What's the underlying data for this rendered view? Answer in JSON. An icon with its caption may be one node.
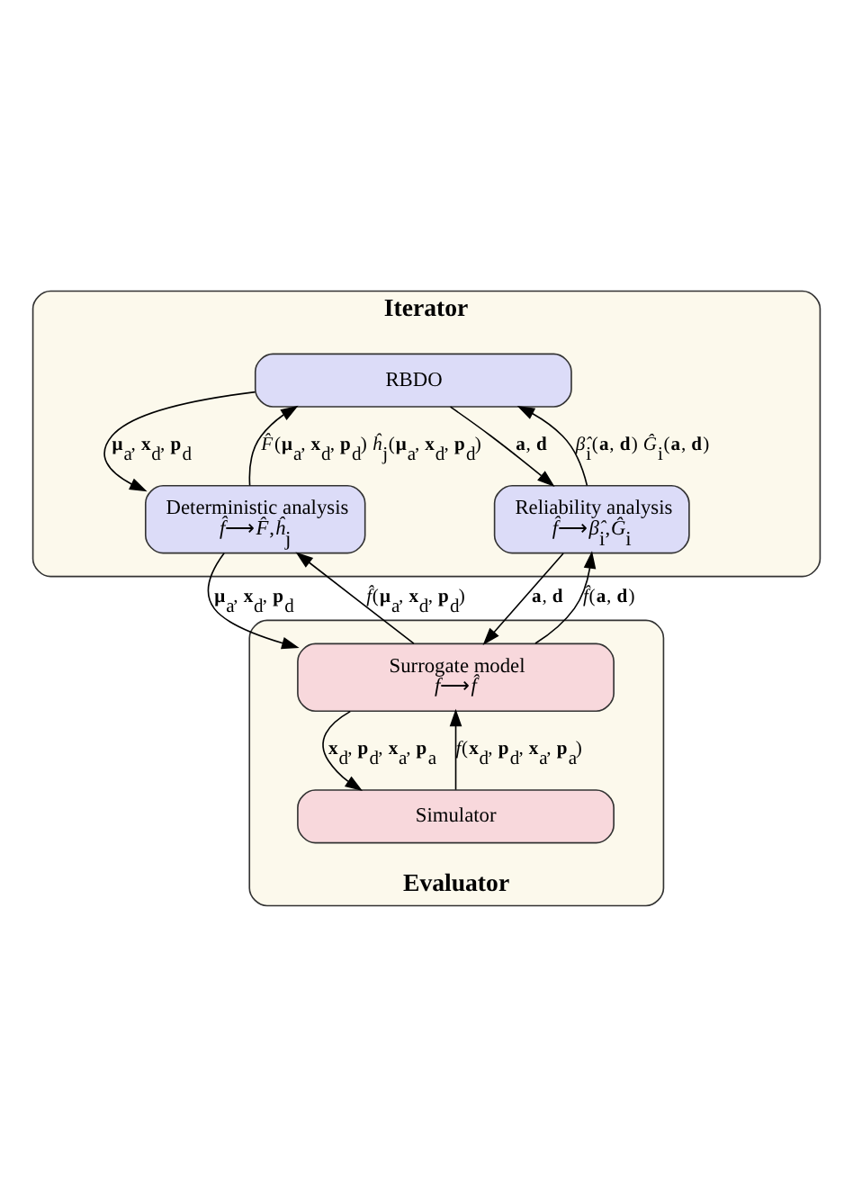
{
  "diagram": {
    "nodes": [
      {
        "text": [
          "Iterator"
        ]
      },
      {
        "text": [
          "RBDO"
        ],
        "in": 0
      },
      {
        "text": [
          "Deterministic analysis",
          "*f̂*⟶*F̂*,*ĥ*$_{j}$"
        ],
        "in": 0
      },
      {
        "text": [
          "Reliability analysis",
          "*f̂*⟶*β̂*$_{i}$,*Ĝ*$_{i}$"
        ],
        "in": 0
      },
      {
        "text": [
          "Evaluator"
        ]
      },
      {
        "text": [
          "Surrogate model",
          "*f*⟶*f̂*"
        ],
        "in": 4
      },
      {
        "text": [
          "Simulator"
        ],
        "in": 4
      }
    ],
    "edges": [
      {
        "from": 1,
        "to": 2,
        "arrow": "to",
        "label": "**μ**$_{a}$, **x**$_{d}$, **p**$_{d}$"
      },
      {
        "from": 2,
        "to": 1,
        "arrow": "to",
        "label": "*F̂*(**μ**$_{a}$, **x**$_{d}$, **p**$_{d}$) *ĥ*$_{j}$(**μ**$_{a}$, **x**$_{d}$, **p**$_{d}$)"
      },
      {
        "from": 1,
        "to": 3,
        "arrow": "to",
        "label": "**a**, **d**"
      },
      {
        "from": 3,
        "to": 1,
        "arrow": "to",
        "label": "*β̂*$_{i}$(**a**, **d**) *Ĝ*$_{i}$(**a**, **d**)"
      },
      {
        "from": 2,
        "to": 5,
        "arrow": "to",
        "label": "**μ**$_{a}$, **x**$_{d}$, **p**$_{d}$"
      },
      {
        "from": 5,
        "to": 2,
        "arrow": "to",
        "label": "*f̂*(**μ**$_{a}$, **x**$_{d}$, **p**$_{d}$)"
      },
      {
        "from": 3,
        "to": 5,
        "arrow": "to",
        "label": "**a**, **d**"
      },
      {
        "from": 5,
        "to": 3,
        "arrow": "to",
        "label": "*f̂*(**a**, **d**)"
      },
      {
        "from": 5,
        "to": 6,
        "arrow": "to",
        "label": "**x**$_{d}$, **p**$_{d}$, **x**$_{a}$, **p**$_{a}$"
      },
      {
        "from": 6,
        "to": 5,
        "arrow": "to",
        "label": "*f*(**x**$_{d}$, **p**$_{d}$, **x**$_{a}$, **p**$_{a}$)"
      }
    ]
  }
}
